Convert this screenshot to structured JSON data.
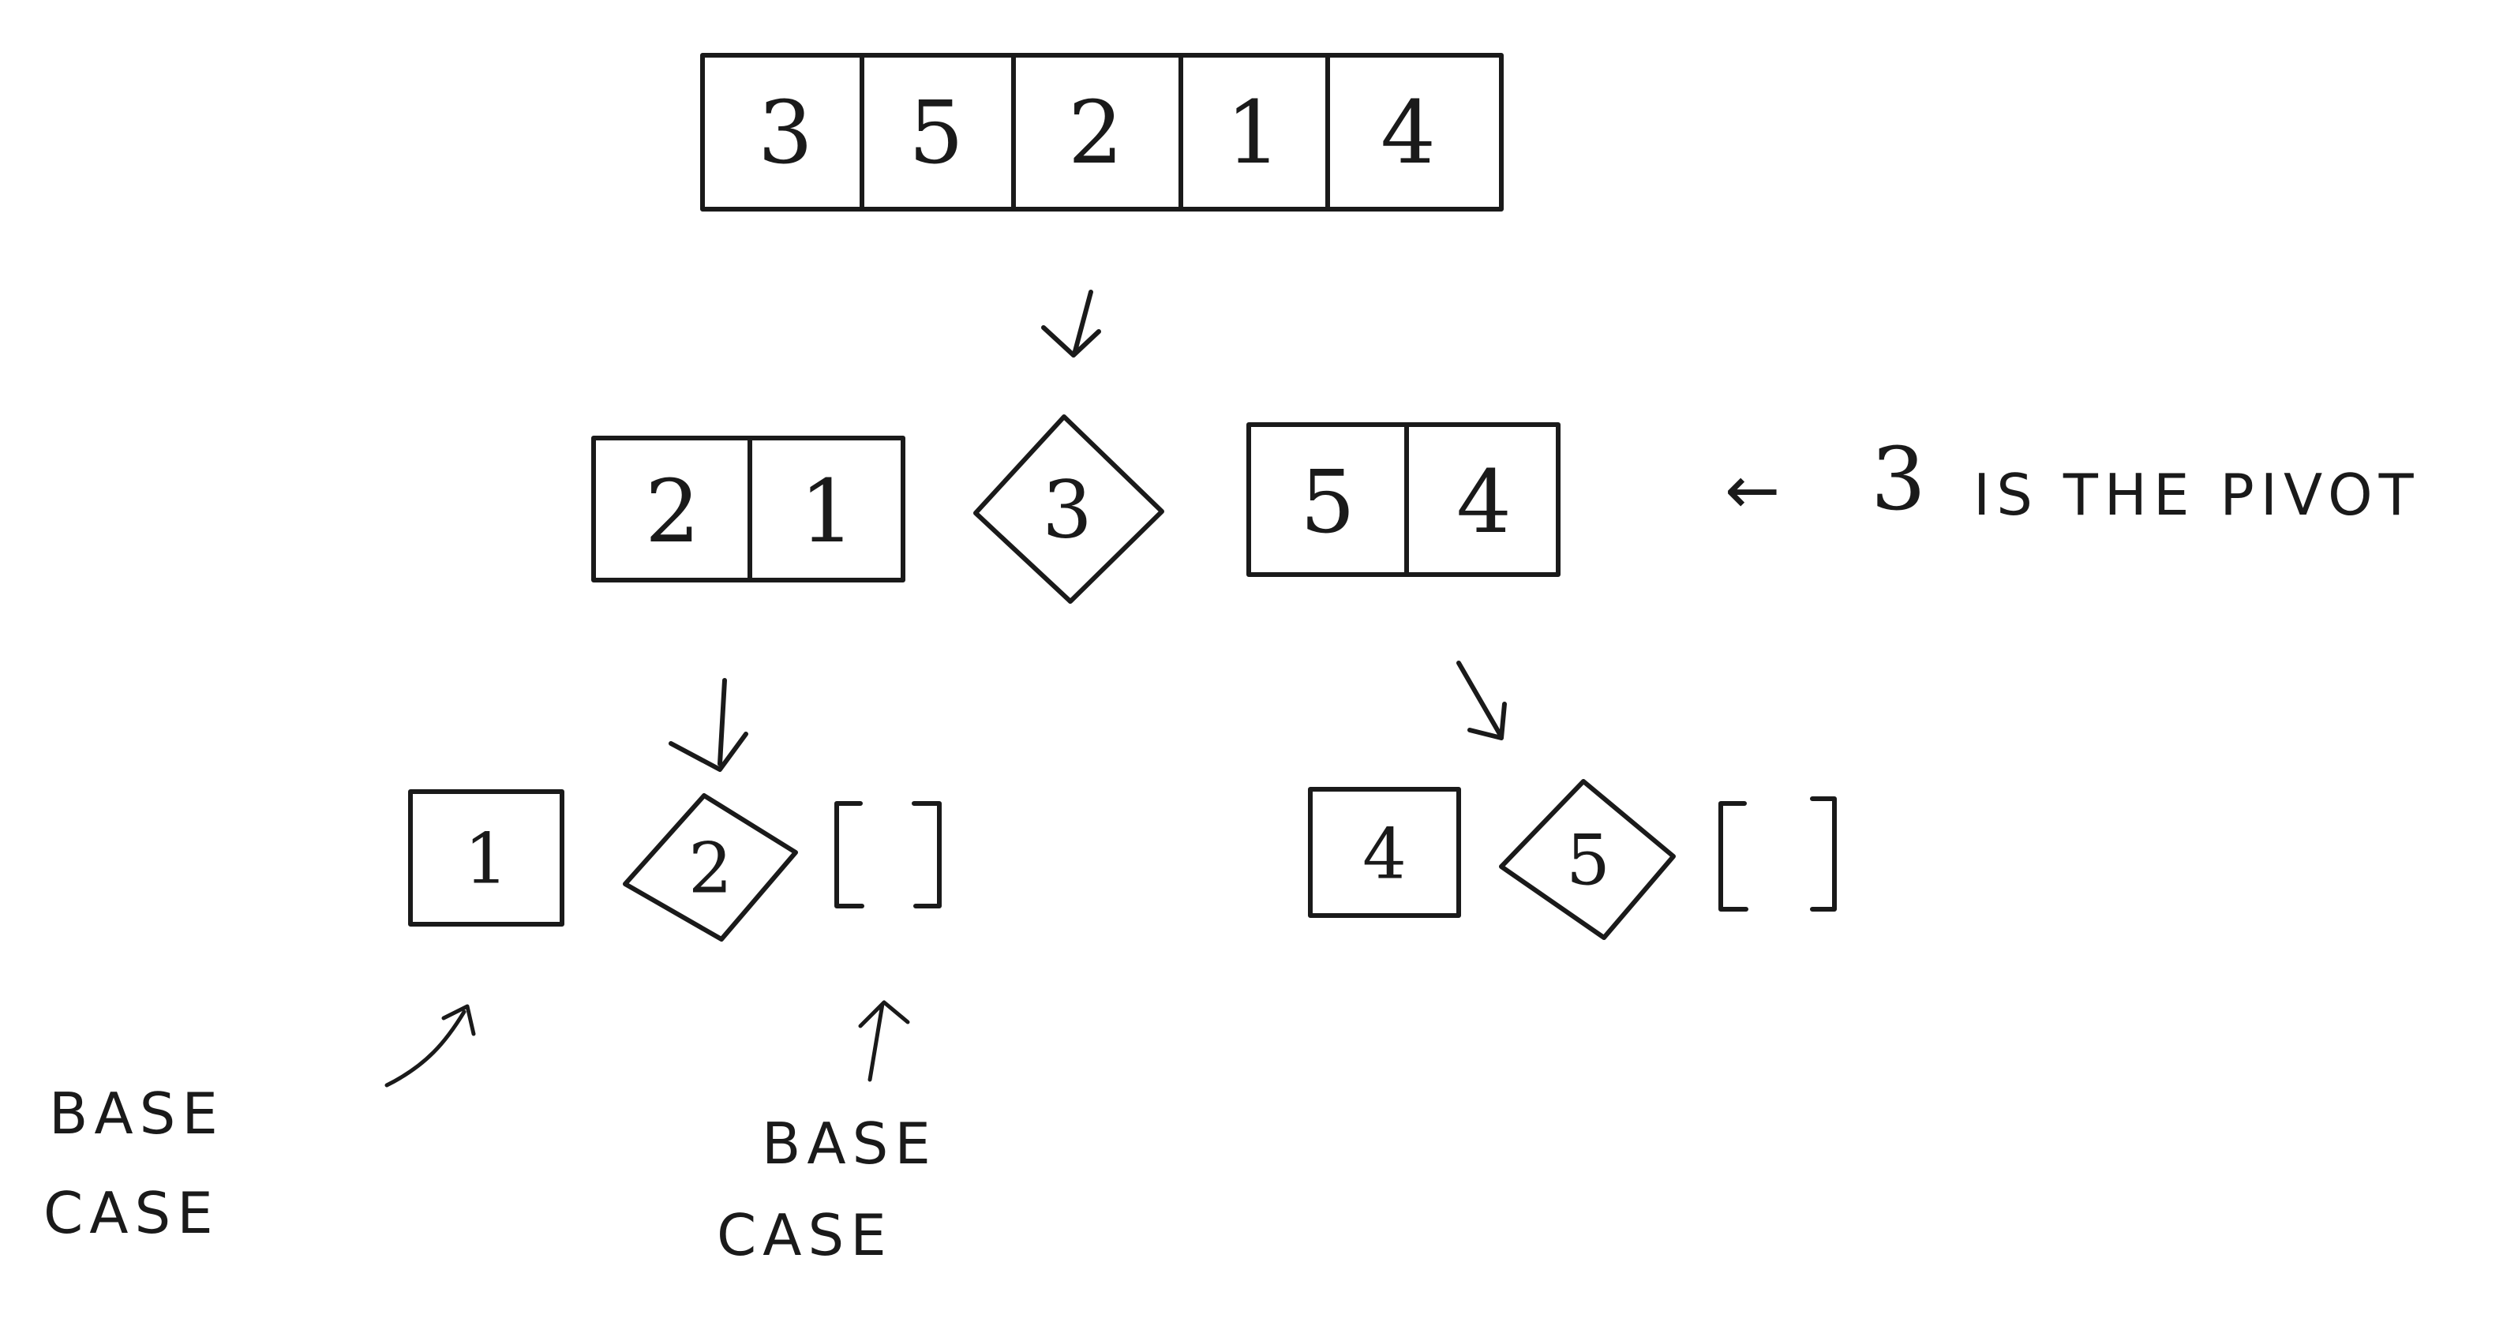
{
  "top_array": [
    "3",
    "5",
    "2",
    "1",
    "4"
  ],
  "level1": {
    "left": [
      "2",
      "1"
    ],
    "pivot": "3",
    "right": [
      "5",
      "4"
    ],
    "note": {
      "arrow": "←",
      "number": "3",
      "text": "IS THE PIVOT"
    }
  },
  "level2": {
    "left_branch": {
      "left": [
        "1"
      ],
      "pivot": "2",
      "right_empty": "[ ]"
    },
    "right_branch": {
      "left": [
        "4"
      ],
      "pivot": "5",
      "right_empty": "[ ]"
    }
  },
  "labels": {
    "base_case_1": [
      "BASE",
      "CASE"
    ],
    "base_case_2": [
      "BASE",
      "CASE"
    ]
  }
}
